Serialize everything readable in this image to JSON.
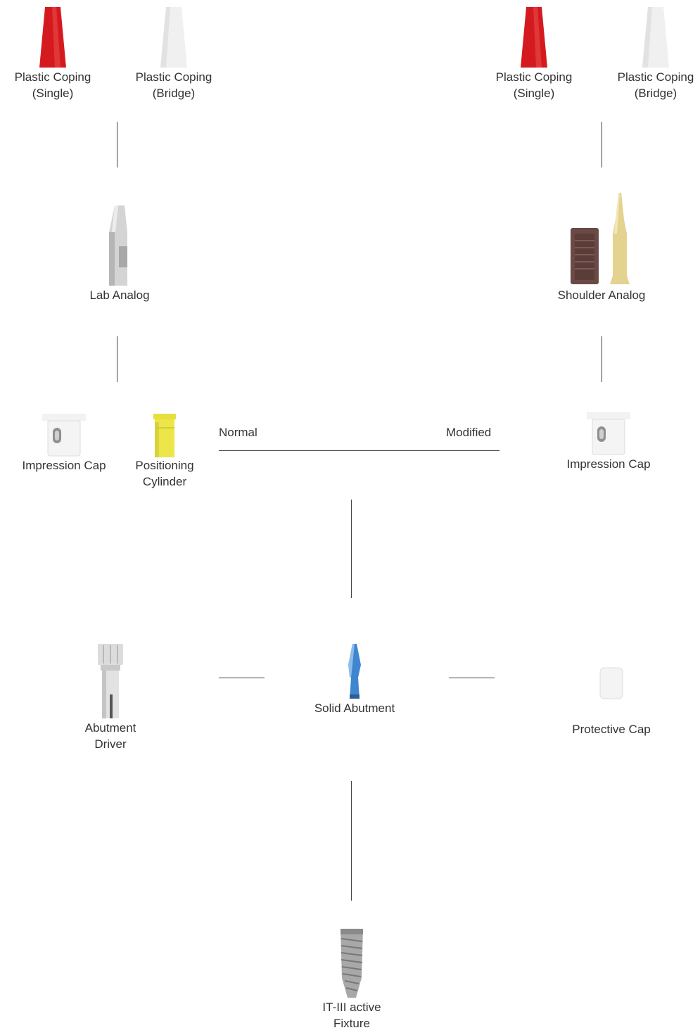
{
  "components": {
    "coping_single_left": {
      "label": "Plastic Coping\n(Single)",
      "icon": "red-plastic-coping-icon",
      "color": "#d51a1f"
    },
    "coping_bridge_left": {
      "label": "Plastic Coping\n(Bridge)",
      "icon": "white-plastic-coping-icon",
      "color": "#f0f0f0"
    },
    "coping_single_right": {
      "label": "Plastic Coping\n(Single)",
      "icon": "red-plastic-coping-icon",
      "color": "#d51a1f"
    },
    "coping_bridge_right": {
      "label": "Plastic Coping\n(Bridge)",
      "icon": "white-plastic-coping-icon",
      "color": "#f0f0f0"
    },
    "lab_analog": {
      "label": "Lab Analog",
      "icon": "lab-analog-icon",
      "color": "#c8c8c8"
    },
    "shoulder_analog": {
      "label": "Shoulder Analog",
      "icon": "shoulder-analog-icon",
      "colors": [
        "#6b4a45",
        "#e4d28f"
      ]
    },
    "impression_cap_left": {
      "label": "Impression Cap",
      "icon": "impression-cap-icon",
      "color": "#f2f2f2"
    },
    "positioning_cylinder": {
      "label": "Positioning\nCylinder",
      "icon": "positioning-cylinder-icon",
      "color": "#ece64a"
    },
    "impression_cap_right": {
      "label": "Impression Cap",
      "icon": "impression-cap-icon",
      "color": "#f2f2f2"
    },
    "abutment_driver": {
      "label": "Abutment\nDriver",
      "icon": "abutment-driver-icon",
      "color": "#d6d6d6"
    },
    "solid_abutment": {
      "label": "Solid Abutment",
      "icon": "solid-abutment-icon",
      "color": "#3f86cf"
    },
    "protective_cap": {
      "label": "Protective Cap",
      "icon": "protective-cap-icon",
      "color": "#f4f4f4"
    },
    "fixture": {
      "label": "IT-III active\nFixture",
      "icon": "implant-fixture-icon",
      "color": "#9a9a9a"
    }
  },
  "branches": {
    "normal": "Normal",
    "modified": "Modified"
  }
}
